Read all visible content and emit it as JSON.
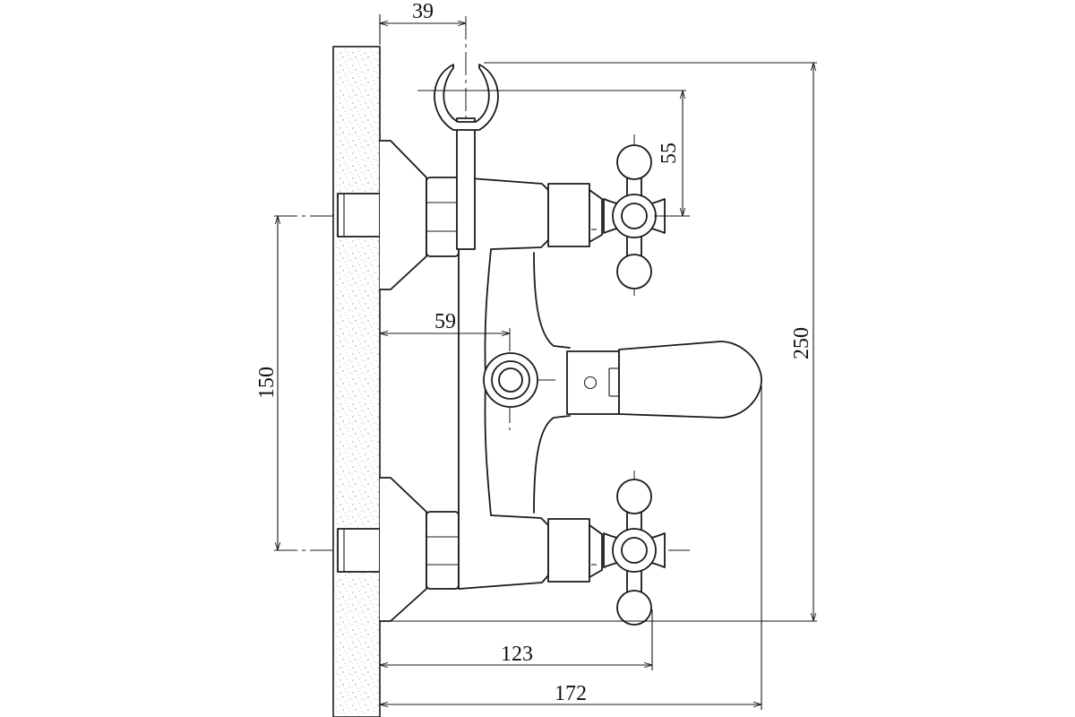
{
  "drawing": {
    "dimensions": {
      "d39": "39",
      "d55": "55",
      "d59": "59",
      "d150": "150",
      "d250": "250",
      "d123": "123",
      "d172": "172"
    }
  }
}
